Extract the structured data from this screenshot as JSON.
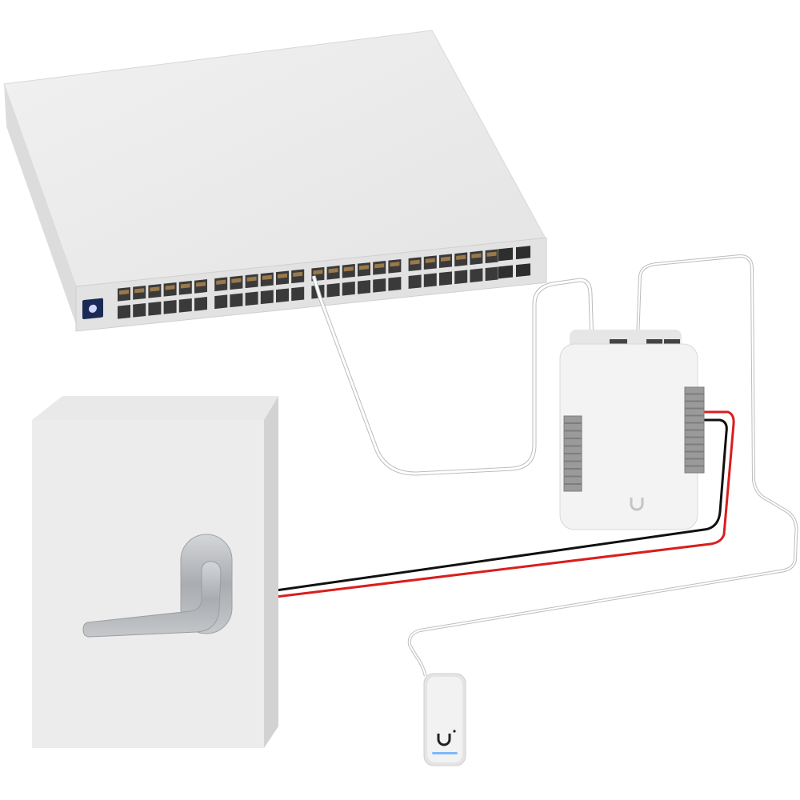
{
  "colors": {
    "background": "#ffffff",
    "device_body": "#ececec",
    "device_shade": "#d6d6d6",
    "port": "#3a3a3a",
    "port_contact": "#9a7a4a",
    "panel_blue": "#1a2a55",
    "cable_white": "#ffffff",
    "cable_outline": "#bdbdbd",
    "wire_red": "#d81e1e",
    "wire_black": "#111111",
    "terminal_gray": "#9a9a9a",
    "handle_metal": "#b7b9bc",
    "led_blue": "#7fb8ff"
  },
  "switch": {
    "port_columns": 24,
    "port_rows": 2,
    "group_size": 6,
    "sfp_ports": 4
  },
  "hub": {
    "terminals_left": 10,
    "terminals_right": 12,
    "rj45_ports": 3
  },
  "icons": [
    "ubiquiti-u-logo-icon",
    "switch-display-panel-icon",
    "reader-led-icon"
  ]
}
